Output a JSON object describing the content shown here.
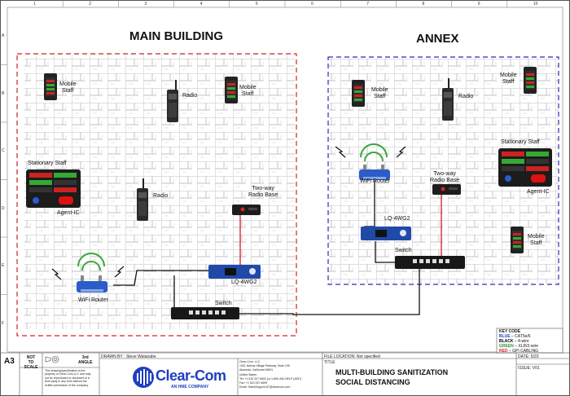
{
  "drawing": {
    "buildings": {
      "main": "MAIN BUILDING",
      "annex": "ANNEX"
    },
    "col_numbers": [
      "1",
      "2",
      "3",
      "4",
      "5",
      "6",
      "7",
      "8",
      "9",
      "10"
    ],
    "row_letters": [
      "A",
      "B",
      "C",
      "D",
      "E",
      "F"
    ],
    "labels": {
      "mobile_staff": "Mobile\nStaff",
      "radio": "Radio",
      "stationary_staff": "Stationary Staff",
      "agent_ic": "Agent-IC",
      "two_way_radio_base": "Two-way\nRadio Base",
      "lq_4wg2": "LQ-4WG2",
      "wifi_router": "WiFi Router",
      "switch": "Switch"
    }
  },
  "key_code": {
    "title": "KEY CODE",
    "items": [
      {
        "label": "BLUE",
        "desc": " – CAT5e/6",
        "color": "#1f3fbf"
      },
      {
        "label": "BLACK",
        "desc": " – 4-wire",
        "color": "#000000"
      },
      {
        "label": "GREEN",
        "desc": " – XLR/2-wire",
        "color": "#1c9b2f"
      },
      {
        "label": "RED",
        "desc": " – GPI CABLING",
        "color": "#d41c1c"
      }
    ]
  },
  "title_block": {
    "size": "A3",
    "not_to_scale": "NOT\nTO\nSCALE",
    "angle": "3rd\nANGLE",
    "disclaimer": "This drawing/specification is the\nproperty of Clear-Com LLC and may\nnot be reproduced or disclosed to a\nthird party in any form without the\nwritten permission of the company.",
    "drawn_by": "DRAWN BY : Steve Watanabe",
    "company_address": "Clear-Com, LLC\n1301 Marina Village Parkway, Suite 105\nAlameda, California 94501\nUnited States\nTel: +1 510 337 6600 (or 1-800-462-HELP (4357)\nFax: +1 510 337 6699\nEmail: SalesSupport-AT@clearcom.com",
    "logo_text": "Clear-Com",
    "logo_tagline": "AN HME COMPANY",
    "file_location": "FILE LOCATION: Not specified",
    "title_label": "TITLE",
    "title": "MULTI-BUILDING SANITIZATION\nSOCIAL DISTANCING",
    "date": "DATE: 5/20",
    "issue": "ISSUE: V01"
  },
  "colors": {
    "main_border": "#d42020",
    "annex_border": "#2a2ab8",
    "device_blue": "#1f4aa8"
  }
}
